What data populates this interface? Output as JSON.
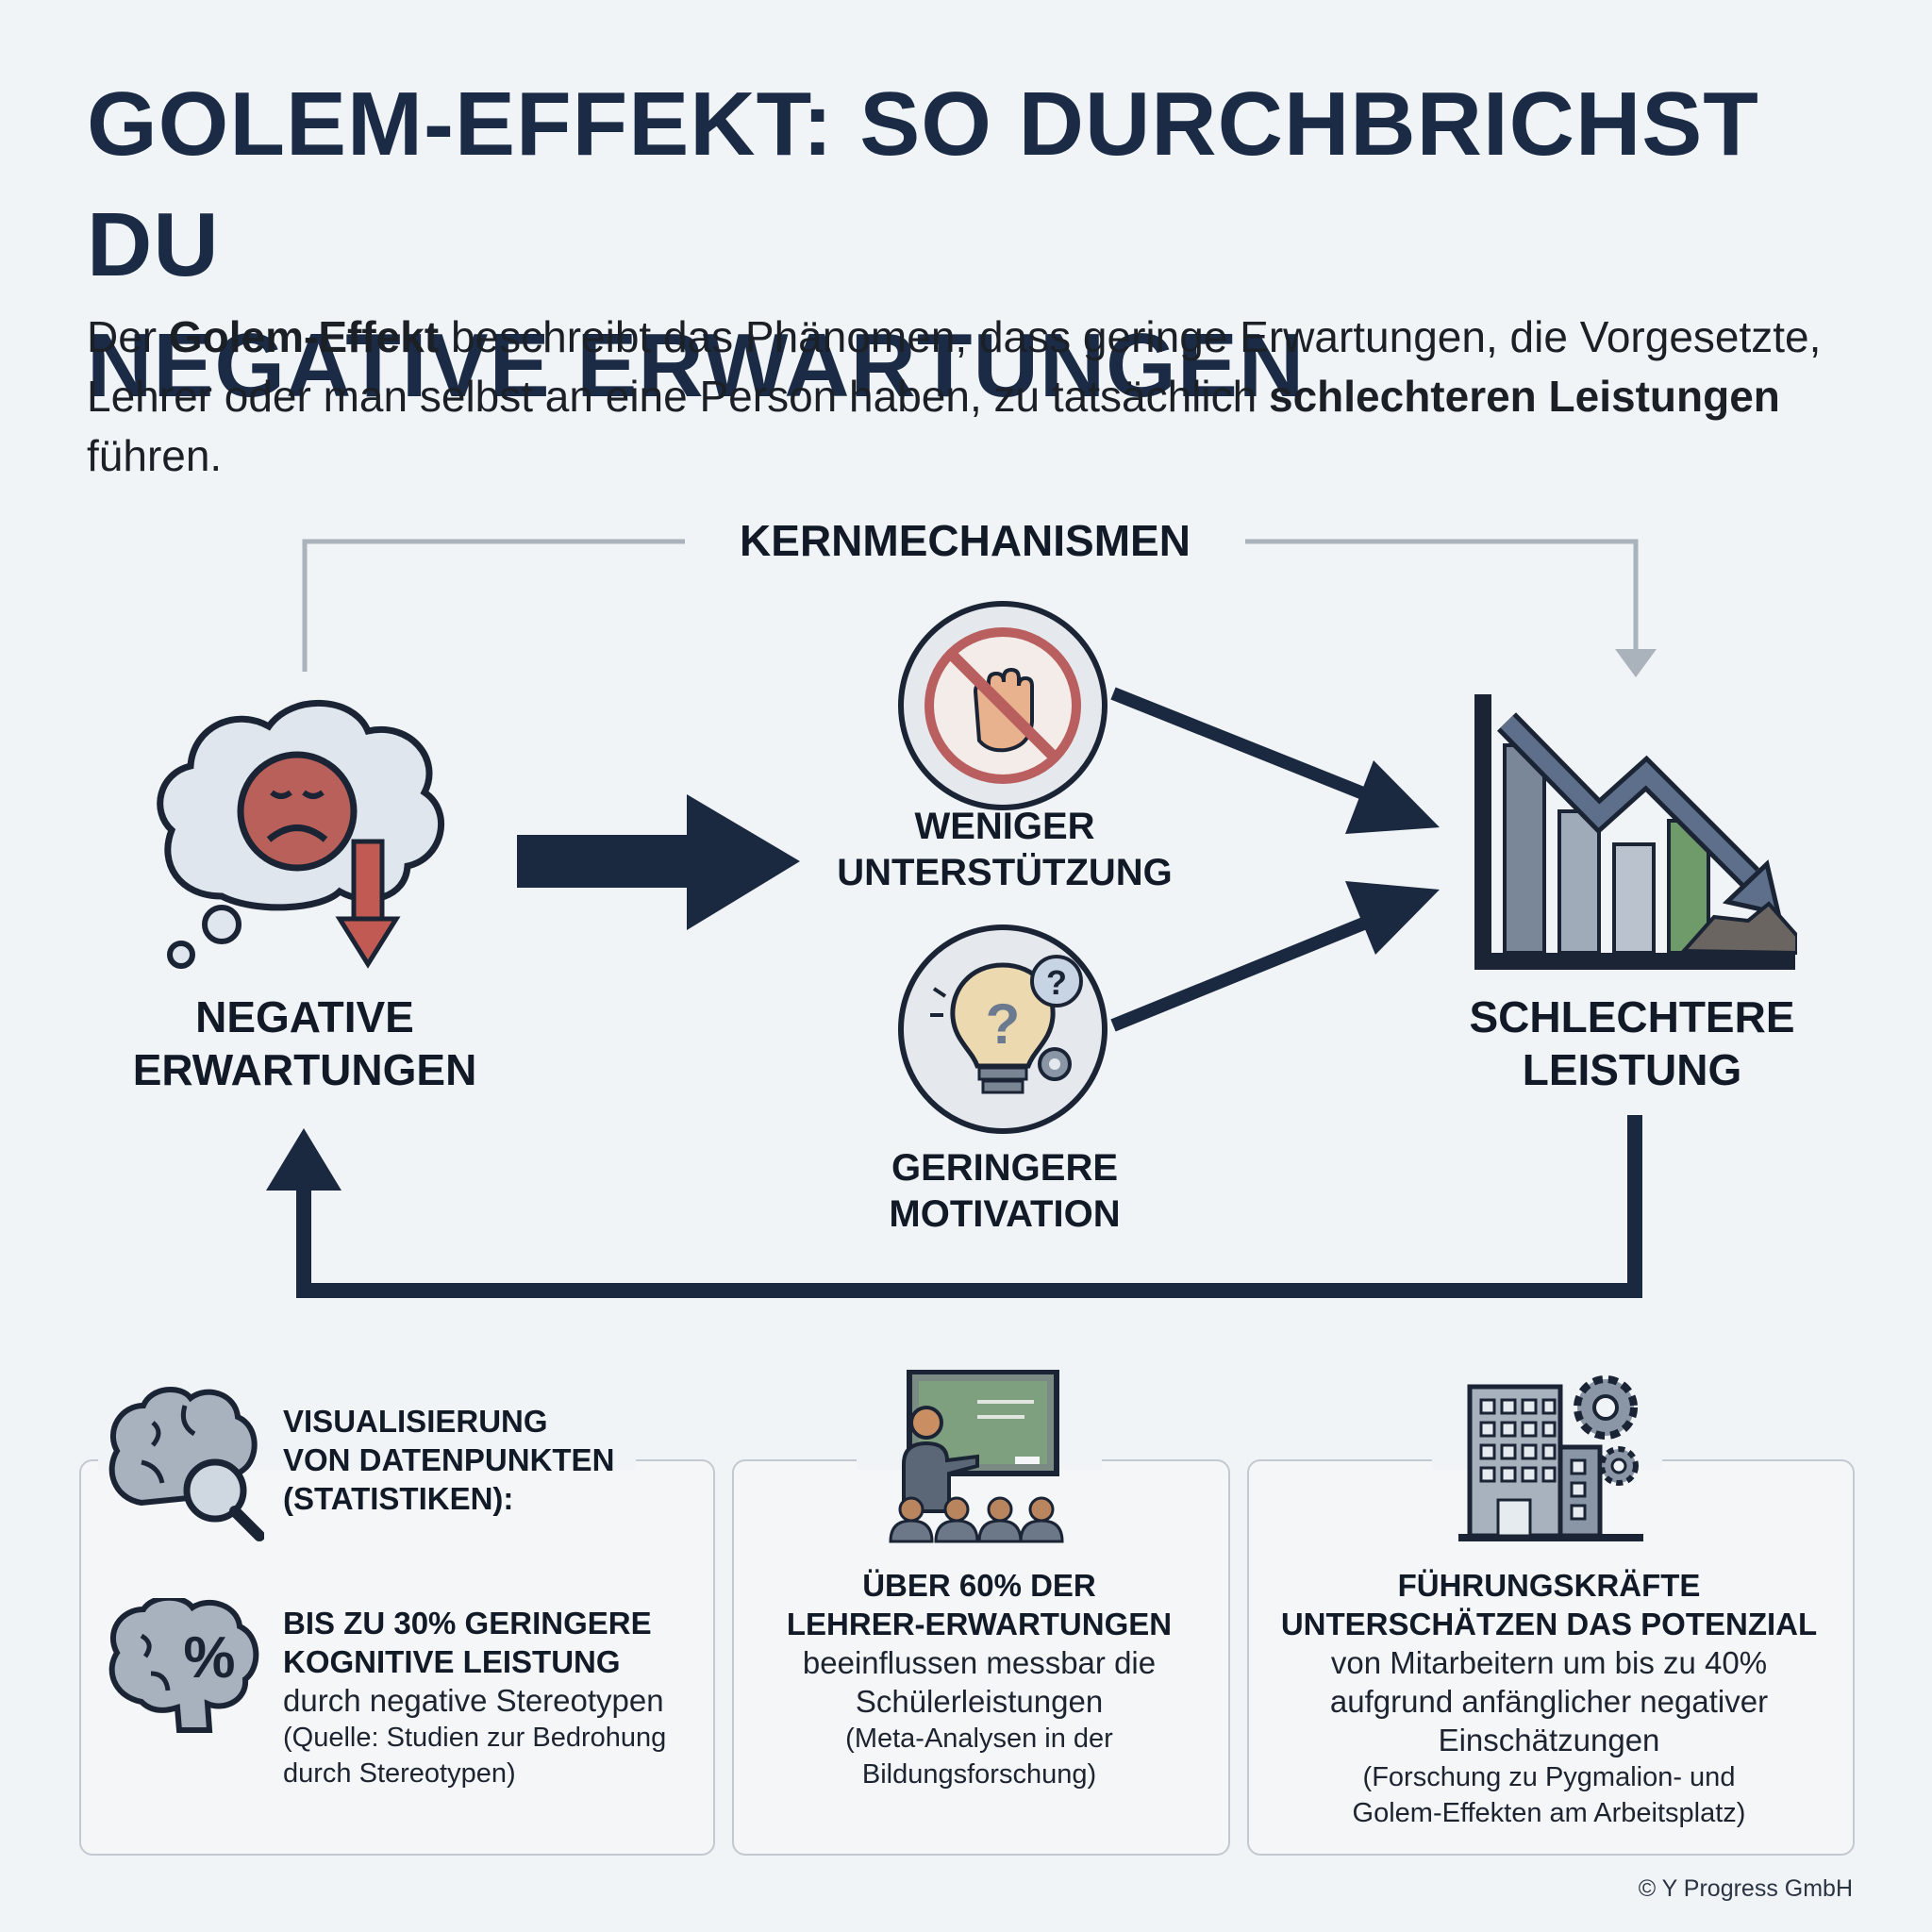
{
  "title": {
    "line1": "GOLEM-EFFEKT: SO DURCHBRICHST DU",
    "line2": "NEGATIVE ERWARTUNGEN"
  },
  "intro": {
    "part1": "Der ",
    "bold1": "Golem-Effekt",
    "part2": " beschreibt das Phänomen, dass geringe Erwartungen, die Vorgesetzte, Lehrer oder man selbst an eine Person haben, zu tatsächlich ",
    "bold2": "schlechteren Leistungen",
    "part3": " führen."
  },
  "cycle": {
    "heading": "KERNMECHANISMEN",
    "start": {
      "line1": "NEGATIVE",
      "line2": "ERWARTUNGEN",
      "icon": "sad-thought-cloud-icon"
    },
    "mechanism1": {
      "line1": "WENIGER",
      "line2": "UNTERSTÜTZUNG",
      "icon": "stop-hand-icon"
    },
    "mechanism2": {
      "line1": "GERINGERE",
      "line2": "MOTIVATION",
      "icon": "question-lightbulb-icon"
    },
    "end": {
      "line1": "SCHLECHTERE",
      "line2": "LEISTUNG",
      "icon": "declining-chart-icon"
    }
  },
  "stats": {
    "card1": {
      "header_line1": "VISUALISIERUNG",
      "header_line2": "VON DATENPUNKTEN",
      "header_line3": "(STATISTIKEN):",
      "bold_line1": "BIS ZU 30% GERINGERE",
      "bold_line2": "KOGNITIVE LEISTUNG",
      "text_line1": "durch negative Stereotypen",
      "source_line1": "(Quelle: Studien zur Bedrohung",
      "source_line2": "durch Stereotypen)",
      "icon_top": "brain-magnifier-icon",
      "icon_bottom": "brain-percent-icon"
    },
    "card2": {
      "bold_line1": "ÜBER 60% DER",
      "bold_line2": "LEHRER-ERWARTUNGEN",
      "text_line1": "beeinflussen messbar die",
      "text_line2": "Schülerleistungen",
      "source_line1": "(Meta-Analysen in der",
      "source_line2": "Bildungsforschung)",
      "icon": "teacher-classroom-icon"
    },
    "card3": {
      "bold_line1": "FÜHRUNGSKRÄFTE",
      "bold_line2": "UNTERSCHÄTZEN DAS POTENZIAL",
      "text_line1": "von Mitarbeitern um bis zu 40%",
      "text_line2": "aufgrund anfänglicher negativer",
      "text_line3": "Einschätzungen",
      "source_line1": "(Forschung zu Pygmalion- und",
      "source_line2": "Golem-Effekten am Arbeitsplatz)",
      "icon": "office-building-gears-icon"
    }
  },
  "footer": {
    "copyright": "© Y Progress GmbH"
  },
  "colors": {
    "navy": "#1b2b45",
    "arrow_dark": "#1a2840",
    "arrow_gray": "#aab2bc",
    "sad_face": "#b9605a",
    "down_arrow": "#c05a52",
    "bar_green": "#6f9a6a"
  }
}
